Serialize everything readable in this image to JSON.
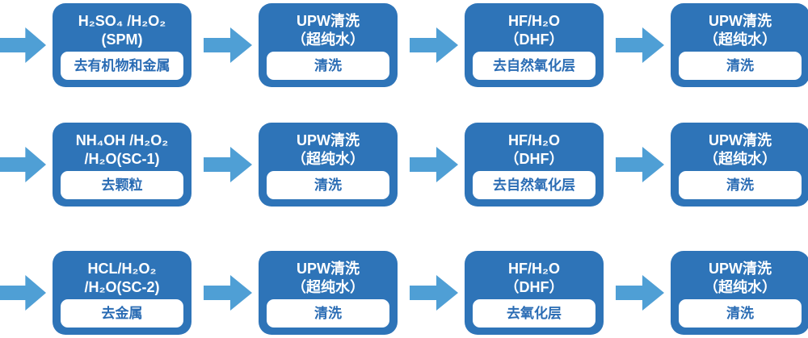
{
  "colors": {
    "background": "#ffffff",
    "box_blue": "#2e74b8",
    "arrow_blue": "#4f9fd5",
    "pill_bg": "#ffffff",
    "label_text_blue": "#2a6cb4",
    "header_text": "#ffffff"
  },
  "diagram": {
    "type": "process-flow",
    "arrow_icon": "arrow-right-icon"
  },
  "rows": [
    {
      "steps": [
        {
          "title_line1": "H₂SO₄ /H₂O₂",
          "title_line2": "(SPM)",
          "label": "去有机物和金属"
        },
        {
          "title_line1": "UPW清洗",
          "title_line2": "（超纯水）",
          "label": "清洗"
        },
        {
          "title_line1": "HF/H₂O",
          "title_line2": "（DHF）",
          "label": "去自然氧化层"
        },
        {
          "title_line1": "UPW清洗",
          "title_line2": "（超纯水）",
          "label": "清洗"
        }
      ]
    },
    {
      "steps": [
        {
          "title_line1": "NH₄OH /H₂O₂",
          "title_line2": "/H₂O(SC-1)",
          "label": "去颗粒"
        },
        {
          "title_line1": "UPW清洗",
          "title_line2": "（超纯水）",
          "label": "清洗"
        },
        {
          "title_line1": "HF/H₂O",
          "title_line2": "（DHF）",
          "label": "去自然氧化层"
        },
        {
          "title_line1": "UPW清洗",
          "title_line2": "（超纯水）",
          "label": "清洗"
        }
      ]
    },
    {
      "steps": [
        {
          "title_line1": "HCL/H₂O₂",
          "title_line2": "/H₂O(SC-2)",
          "label": "去金属"
        },
        {
          "title_line1": "UPW清洗",
          "title_line2": "（超纯水）",
          "label": "清洗"
        },
        {
          "title_line1": "HF/H₂O",
          "title_line2": "（DHF）",
          "label": "去氧化层"
        },
        {
          "title_line1": "UPW清洗",
          "title_line2": "（超纯水）",
          "label": "清洗"
        }
      ]
    }
  ]
}
